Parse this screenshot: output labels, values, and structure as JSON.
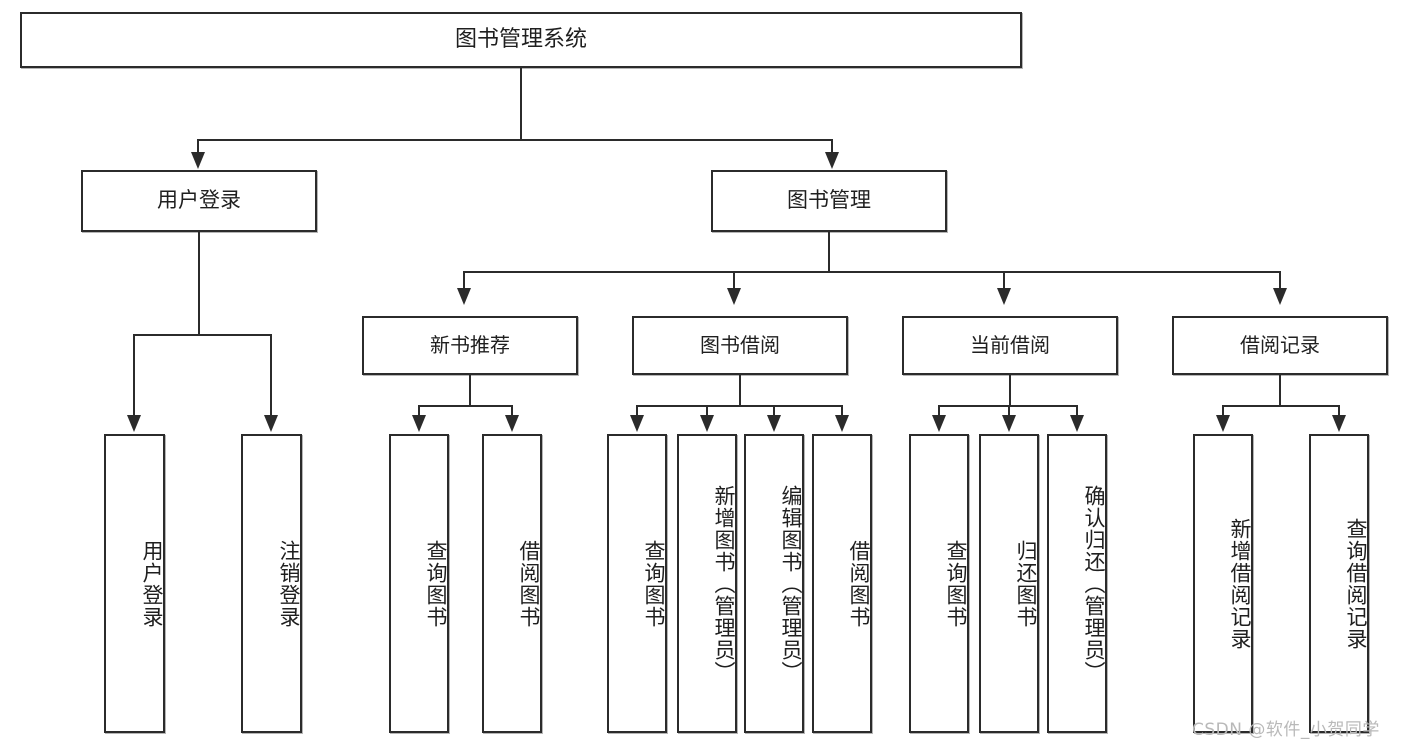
{
  "diagram": {
    "type": "tree",
    "title": "图书管理系统",
    "root": {
      "label": "图书管理系统"
    },
    "level2": [
      {
        "label": "用户登录"
      },
      {
        "label": "图书管理"
      }
    ],
    "level3": [
      {
        "label": "新书推荐"
      },
      {
        "label": "图书借阅"
      },
      {
        "label": "当前借阅"
      },
      {
        "label": "借阅记录"
      }
    ],
    "leaves": {
      "user_login": [
        {
          "label": "用户登录"
        },
        {
          "label": "注销登录"
        }
      ],
      "new_book": [
        {
          "label": "查询图书"
        },
        {
          "label": "借阅图书"
        }
      ],
      "book_borrow": [
        {
          "label": "查询图书"
        },
        {
          "label": "新增图书（管理员）"
        },
        {
          "label": "编辑图书（管理员）"
        },
        {
          "label": "借阅图书"
        }
      ],
      "current_borrow": [
        {
          "label": "查询图书"
        },
        {
          "label": "归还图书"
        },
        {
          "label": "确认归还（管理员）"
        }
      ],
      "borrow_record": [
        {
          "label": "新增借阅记录"
        },
        {
          "label": "查询借阅记录"
        }
      ]
    }
  },
  "watermark": {
    "text": "CSDN @软件_小贺同学"
  },
  "colors": {
    "stroke": "#2b2b2b",
    "background": "#ffffff",
    "text": "#1f1f1f",
    "watermark": "#b9b9b9"
  }
}
